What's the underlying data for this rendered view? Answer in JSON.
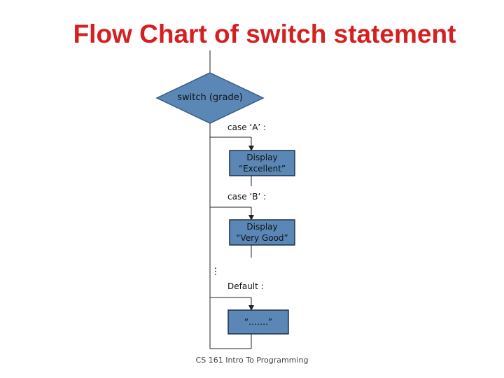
{
  "title": "Flow Chart of switch statement",
  "decision": {
    "label": "switch (grade)"
  },
  "cases": [
    {
      "label": "case ‘A’ :",
      "action_line1": "Display",
      "action_line2": "“Excellent”"
    },
    {
      "label": "case ‘B’ :",
      "action_line1": "Display",
      "action_line2": "“Very Good”"
    }
  ],
  "ellipsis": "…",
  "default": {
    "label": "Default :",
    "action": "“…….”"
  },
  "footer": "CS 161 Intro To Programming",
  "colors": {
    "title": "#d42020",
    "diamond_fill": "#5a87b5",
    "box_fill": "#5a87b5",
    "box_border": "#20314a",
    "line": "#222222"
  }
}
